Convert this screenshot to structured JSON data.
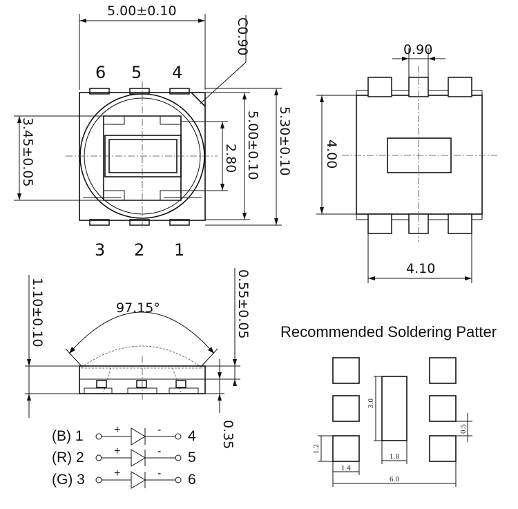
{
  "top_view": {
    "width_dim": "5.00±0.10",
    "chamfer": "C0.90",
    "pin_top": [
      "6",
      "5",
      "4"
    ],
    "pin_bottom": [
      "3",
      "2",
      "1"
    ],
    "dim_left": "3.45±0.05",
    "dim_inner": "2.80",
    "dim_body": "5.00±0.10",
    "dim_outer": "5.30±0.10"
  },
  "bottom_view": {
    "pad_width": "0.90",
    "height": "4.00",
    "width": "4.10"
  },
  "side_view": {
    "height": "1.10±0.10",
    "angle": "97.15°",
    "lens": "0.55±0.05",
    "base": "0.35"
  },
  "leds": [
    {
      "label": "(B) 1",
      "anode": "+",
      "cathode": "-",
      "end": "4"
    },
    {
      "label": "(R) 2",
      "anode": "+",
      "cathode": "-",
      "end": "5"
    },
    {
      "label": "(G) 3",
      "anode": "+",
      "cathode": "-",
      "end": "6"
    }
  ],
  "soldering": {
    "title": "Recommended Soldering Patter",
    "dim_height": "3.0",
    "dim_pad_h": "0.5",
    "dim_pad_v": "1.2",
    "dim_center_w": "1.8",
    "dim_pad_w": "1.4",
    "dim_total": "6.0"
  }
}
